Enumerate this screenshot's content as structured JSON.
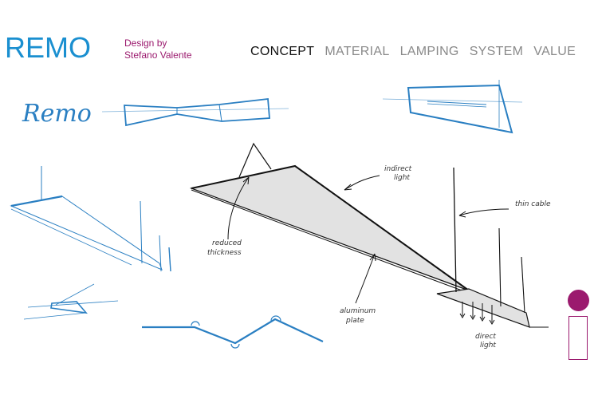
{
  "brand": {
    "logo_text": "REMO",
    "design_line1": "Design by",
    "design_line2": "Stefano Valente"
  },
  "nav": [
    {
      "label": "CONCEPT",
      "active": true
    },
    {
      "label": "MATERIAL",
      "active": false
    },
    {
      "label": "LAMPING",
      "active": false
    },
    {
      "label": "SYSTEM",
      "active": false
    },
    {
      "label": "VALUE",
      "active": false
    }
  ],
  "sketch": {
    "signature": "Remo",
    "labels": {
      "indirect_1": "indirect",
      "indirect_2": "light",
      "thin_cable": "thin cable",
      "reduced_1": "reduced",
      "reduced_2": "thickness",
      "aluminum_1": "aluminum",
      "aluminum_2": "plate",
      "direct_1": "direct",
      "direct_2": "light"
    }
  },
  "colors": {
    "accent_blue": "#1a8fd0",
    "accent_purple": "#9b1a6e",
    "sketch_blue": "#2a7fc2"
  }
}
